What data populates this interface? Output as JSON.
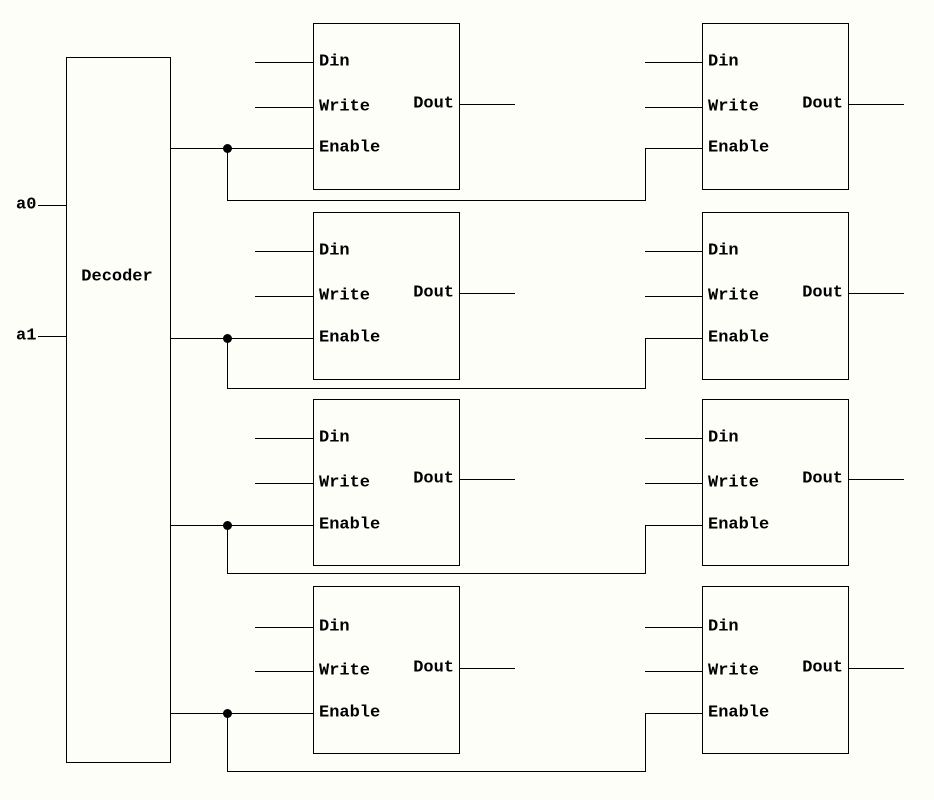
{
  "colors": {
    "background": "#fdfef8",
    "line": "#000000",
    "text": "#000000"
  },
  "address_inputs": [
    {
      "label": "a0"
    },
    {
      "label": "a1"
    }
  ],
  "decoder": {
    "label": "Decoder"
  },
  "cell_labels": {
    "din": "Din",
    "write": "Write",
    "enable": "Enable",
    "dout": "Dout"
  },
  "array": {
    "rows": 4,
    "columns": 2
  }
}
